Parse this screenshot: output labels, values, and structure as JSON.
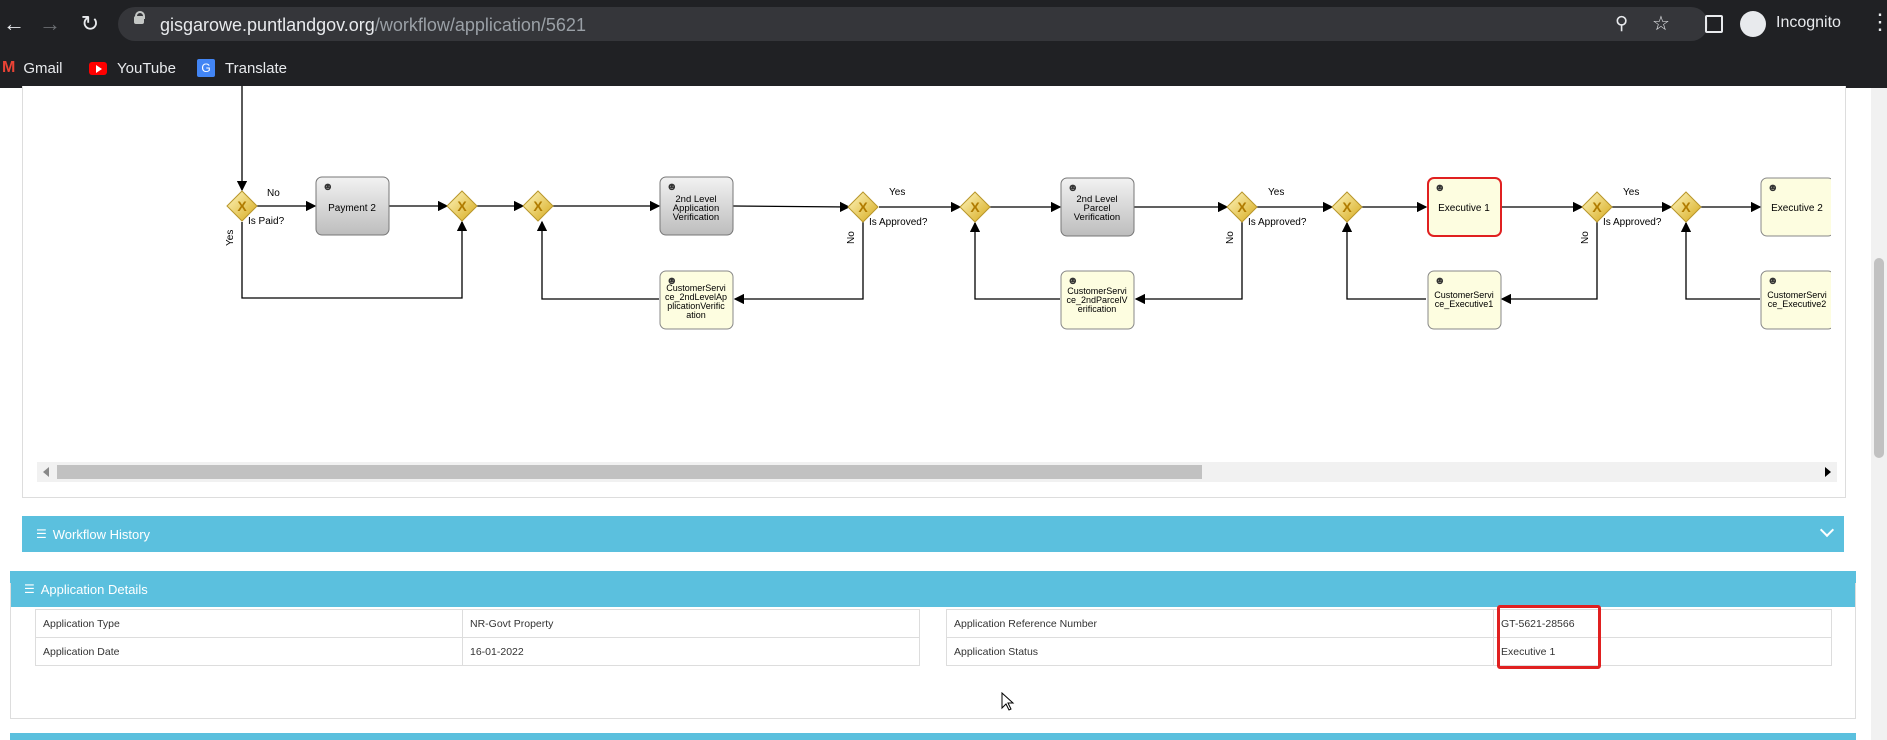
{
  "browser": {
    "url_host": "gisgarowe.puntlandgov.org",
    "url_path": "/workflow/application/5621",
    "profile_label": "Incognito",
    "bookmarks": [
      "Gmail",
      "YouTube",
      "Translate"
    ]
  },
  "workflow": {
    "labels": {
      "no1": "No",
      "is_paid": "Is Paid?",
      "yes_v": "Yes",
      "payment2": "Payment 2",
      "l2_app_1": "2nd Level",
      "l2_app_2": "Application",
      "l2_app_3": "Verification",
      "yes2": "Yes",
      "is_approved2": "Is Approved?",
      "no2": "No",
      "cs_app_1": "CustomerServi",
      "cs_app_2": "ce_2ndLevelAp",
      "cs_app_3": "plicationVerific",
      "cs_app_4": "ation",
      "l2_parcel_1": "2nd Level",
      "l2_parcel_2": "Parcel",
      "l2_parcel_3": "Verification",
      "yes3": "Yes",
      "is_approved3": "Is Approved?",
      "no3": "No",
      "cs_parcel_1": "CustomerServi",
      "cs_parcel_2": "ce_2ndParcelV",
      "cs_parcel_3": "erification",
      "exec1": "Executive 1",
      "yes4": "Yes",
      "is_approved4": "Is Approved?",
      "no4": "No",
      "cs_exec1_1": "CustomerServi",
      "cs_exec1_2": "ce_Executive1",
      "exec2": "Executive 2",
      "cs_exec2_1": "CustomerServi",
      "cs_exec2_2": "ce_Executive2"
    }
  },
  "workflow_history": {
    "title": "Workflow History"
  },
  "application_details": {
    "title": "Application Details",
    "left": [
      {
        "label": "Application Type",
        "value": "NR-Govt Property"
      },
      {
        "label": "Application Date",
        "value": "16-01-2022"
      }
    ],
    "right": [
      {
        "label": "Application Reference Number",
        "value": "GT-5621-28566"
      },
      {
        "label": "Application Status",
        "value": "Executive 1"
      }
    ]
  },
  "colors": {
    "panel_header": "#5bc0de",
    "highlight": "#e02020",
    "task_gray": "#d9d9d9",
    "task_yellow": "#fdfde0",
    "gateway": "#e8c84a"
  }
}
